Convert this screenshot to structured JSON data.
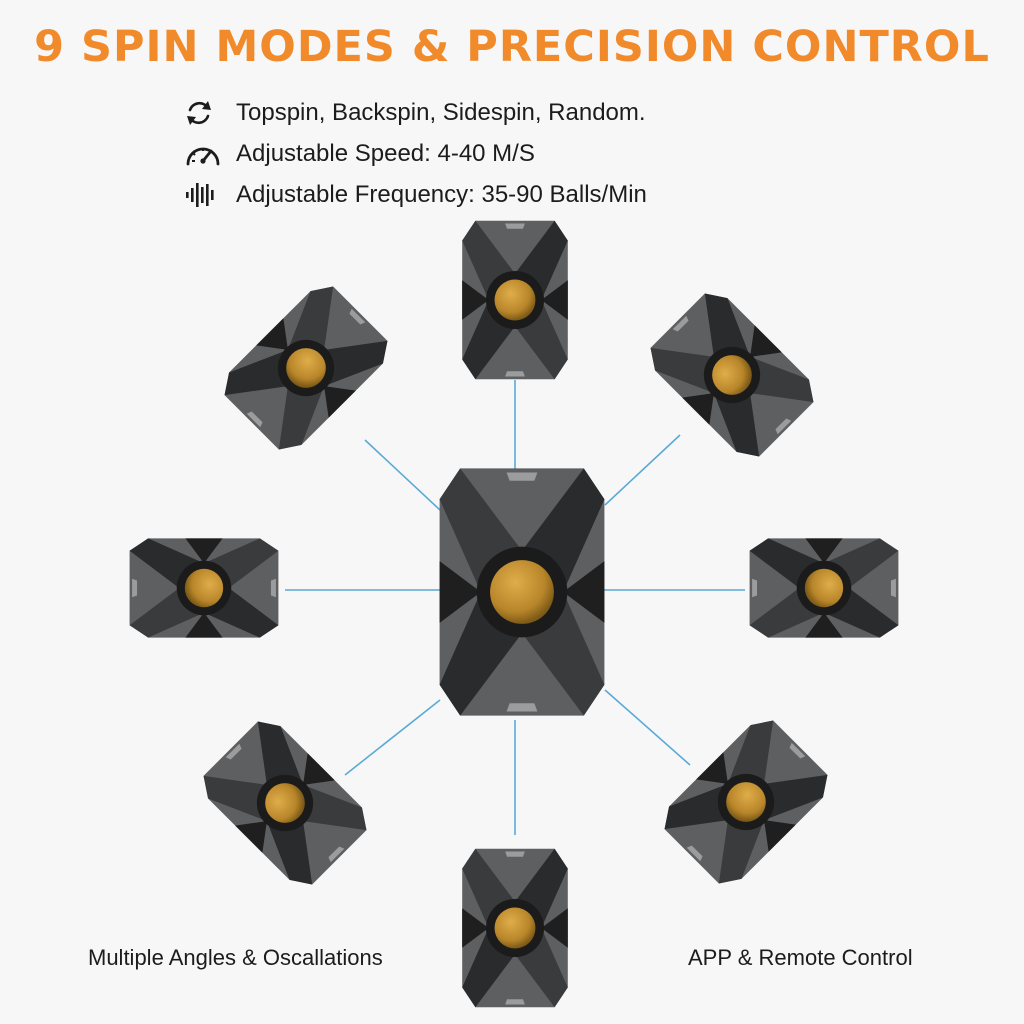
{
  "title": "9 SPIN MODES & PRECISION CONTROL",
  "features": [
    {
      "icon": "rotate-arrows-icon",
      "text": "Topspin, Backspin, Sidespin, Random."
    },
    {
      "icon": "speedometer-icon",
      "text": "Adjustable Speed: 4-40 M/S"
    },
    {
      "icon": "sound-wave-icon",
      "text": "Adjustable Frequency: 35-90 Balls/Min"
    }
  ],
  "captions": {
    "left": "Multiple Angles & Oscallations",
    "right": "APP & Remote Control"
  },
  "colors": {
    "title": "#f18a2b",
    "connector": "#5aa9d6",
    "head_dark": "#1f1f1f",
    "head_face": "#5d5f61",
    "ball": "#b8862a"
  }
}
